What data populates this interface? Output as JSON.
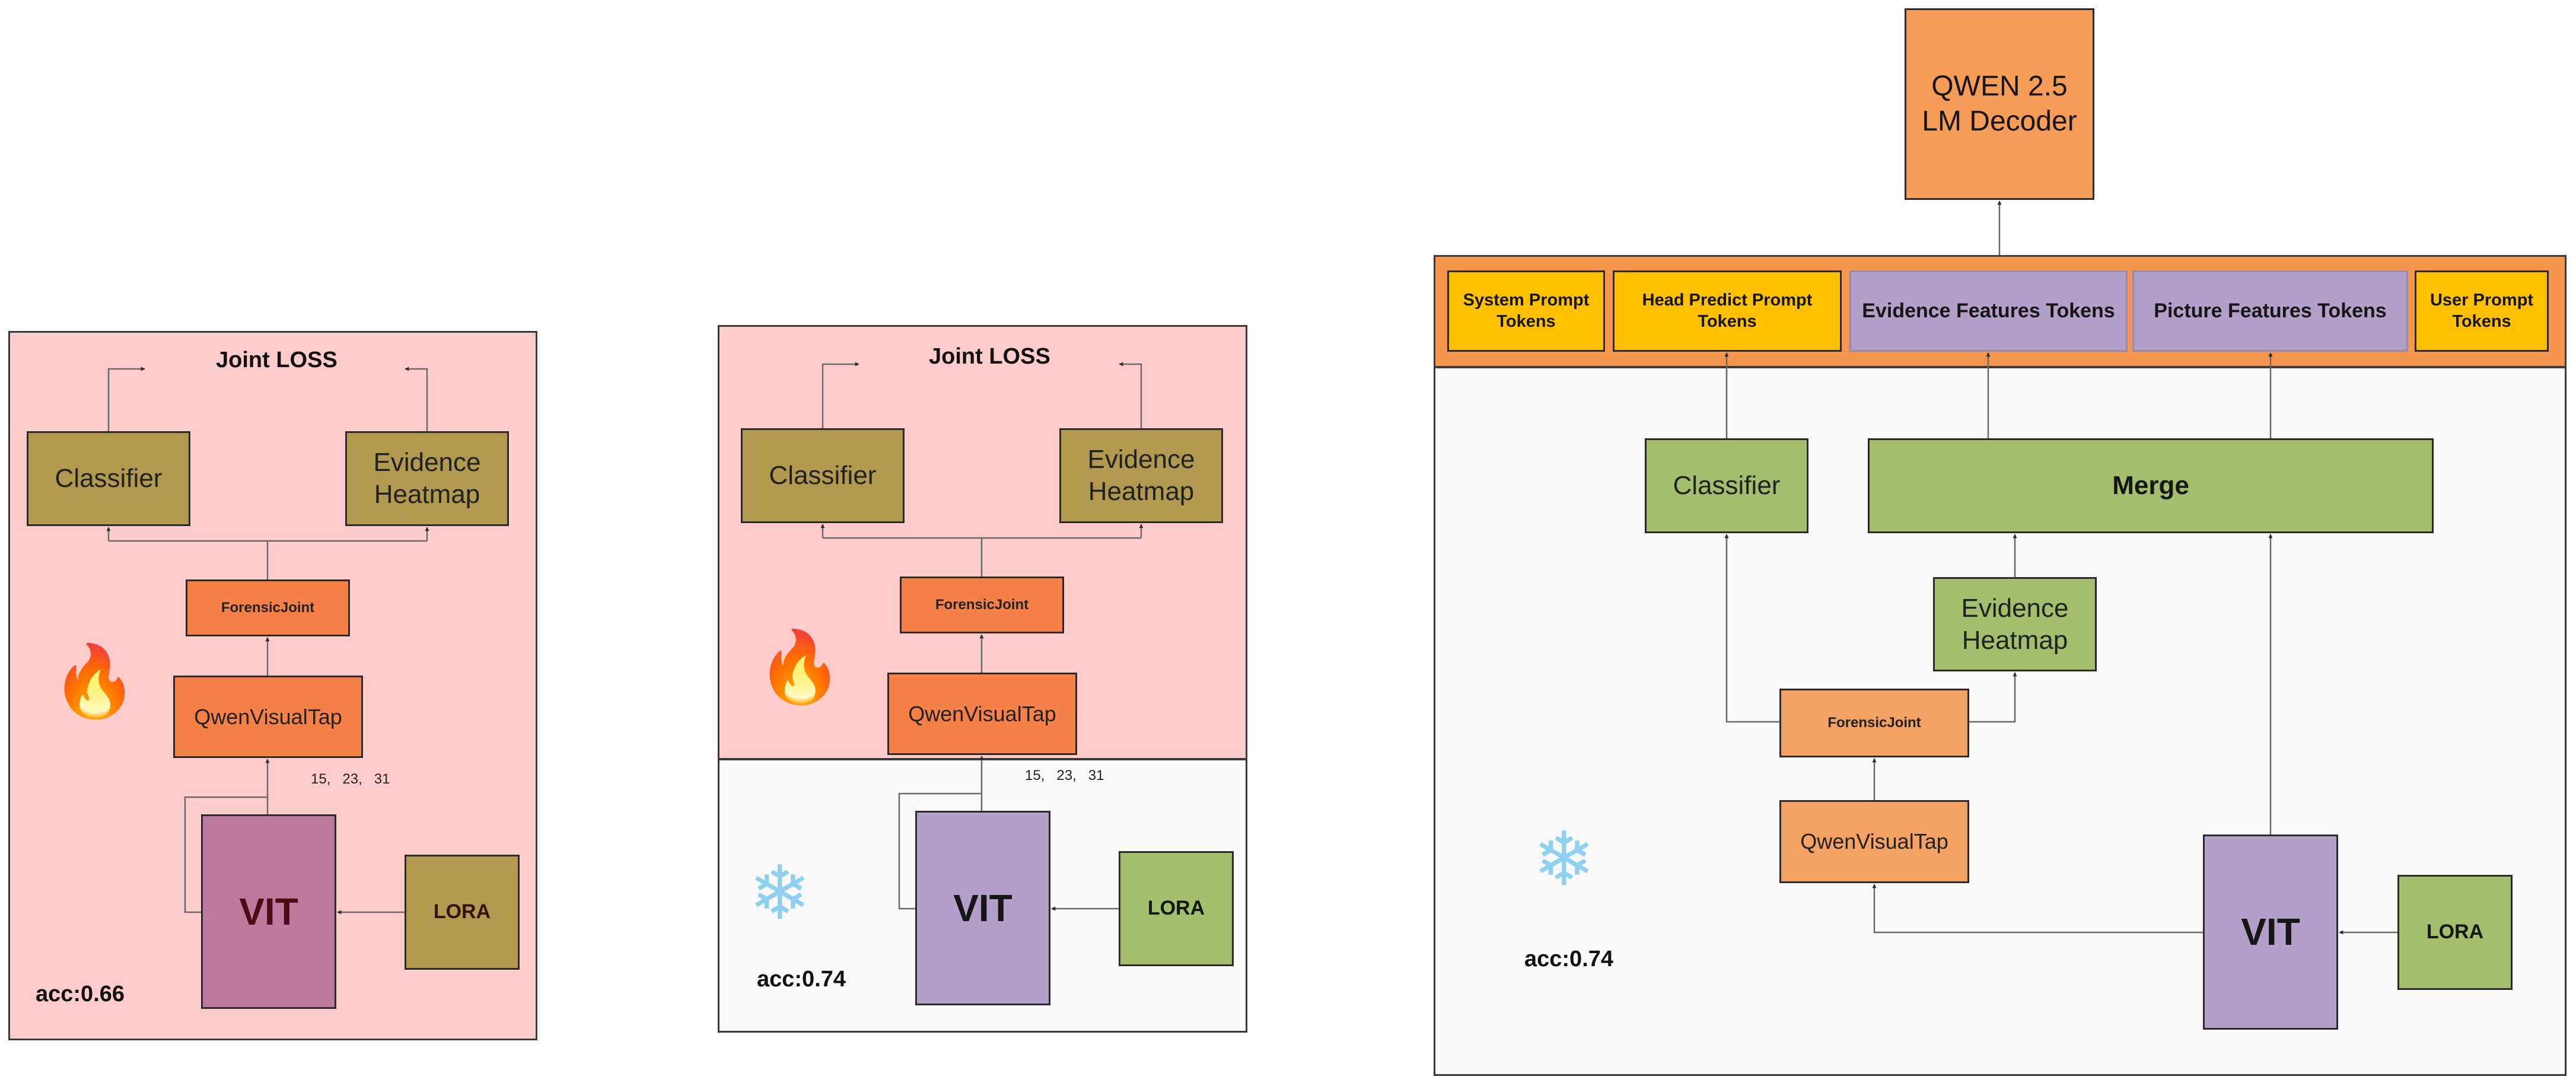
{
  "colors": {
    "trainable_bg": "#ffcccc",
    "frozen_bg": "#f9f9f9",
    "olive": "#b19a4f",
    "green": "#a3be6c",
    "orange": "#f58148",
    "light_orange": "#f3a263",
    "purple": "#b2a0c8",
    "mauve": "#bc7a9c",
    "yellow": "#ffc000",
    "token_bar": "#f4964e",
    "decoder": "#f59d58"
  },
  "icons": {
    "fire": "fire-icon",
    "snow": "snowflake-icon"
  },
  "panel1": {
    "title": "Joint LOSS",
    "classifier": "Classifier",
    "evidence_heatmap": "Evidence Heatmap",
    "forensic_joint": "ForensicJoint",
    "visual_tap": "QwenVisualTap",
    "layers": "15,   23,   31",
    "vit": "VIT",
    "lora": "LORA",
    "acc": "acc:0.66"
  },
  "panel2": {
    "title": "Joint LOSS",
    "classifier": "Classifier",
    "evidence_heatmap": "Evidence Heatmap",
    "forensic_joint": "ForensicJoint",
    "visual_tap": "QwenVisualTap",
    "layers": "15,   23,   31",
    "vit": "VIT",
    "lora": "LORA",
    "acc": "acc:0.74"
  },
  "panel3": {
    "decoder": "QWEN 2.5 LM Decoder",
    "tokens": {
      "system_prompt": "System Prompt Tokens",
      "head_predict": "Head Predict Prompt Tokens",
      "evidence_features": "Evidence Features Tokens",
      "picture_features": "Picture Features Tokens",
      "user_prompt": "User Prompt Tokens"
    },
    "classifier": "Classifier",
    "merge": "Merge",
    "evidence_heatmap": "Evidence Heatmap",
    "forensic_joint": "ForensicJoint",
    "visual_tap": "QwenVisualTap",
    "vit": "VIT",
    "lora": "LORA",
    "acc": "acc:0.74"
  }
}
